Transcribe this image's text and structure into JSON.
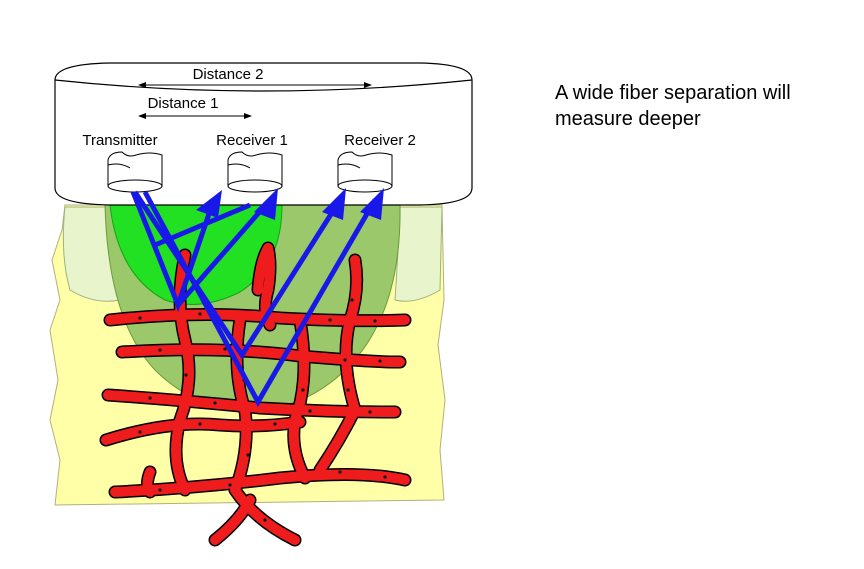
{
  "labels": {
    "distance_2": "Distance 2",
    "distance_1": "Distance 1",
    "transmitter": "Transmitter",
    "receiver_1": "Receiver 1",
    "receiver_2": "Receiver 2"
  },
  "note": {
    "line1": "A wide fiber separation will",
    "line2": "measure deeper"
  },
  "colors": {
    "tissue": "#ffffa8",
    "skin_side": "#e8f4cc",
    "deep_zone": "#9ac86a",
    "shallow_zone": "#22e022",
    "vessel": "#ee1c1c",
    "light_path": "#1818e8",
    "probe": "#ffffff"
  },
  "icons": {
    "arrow": "arrow-head-icon"
  }
}
